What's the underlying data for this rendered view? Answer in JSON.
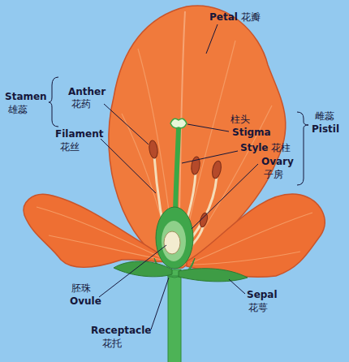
{
  "diagram": {
    "labels": [
      "Petal",
      "花瓣",
      "Stamen",
      "雄蕊",
      "Anther",
      "花药",
      "Filament",
      "花丝",
      "柱头",
      "Stigma",
      "Style",
      "花柱",
      "Ovary",
      "子房",
      "雌蕊",
      "Pistil",
      "胚珠",
      "Ovule",
      "Sepal",
      "花萼",
      "Receptacle",
      "花托"
    ]
  }
}
